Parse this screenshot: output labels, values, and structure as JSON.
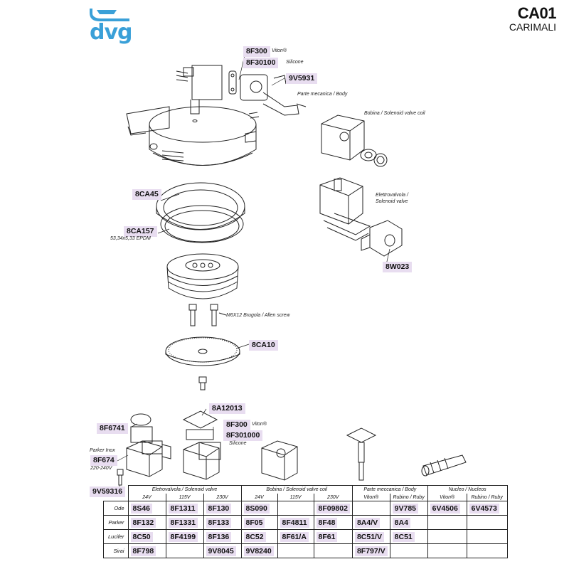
{
  "header": {
    "logo_text": "dvg",
    "code": "CA01",
    "brand": "CARIMALI"
  },
  "callouts": {
    "c_8F300": "8F300",
    "c_8F300_note": "Viton®",
    "c_8F30100": "8F30100",
    "c_8F30100_note": "Silicone",
    "c_9V5931": "9V5931",
    "c_body": "Parte mecanica / Body",
    "c_coil": "Bobina / Solenoid valve coil",
    "c_valve": "Elettrovalvola / Solenoid valve",
    "c_8CA45": "8CA45",
    "c_8CA157": "8CA157",
    "c_8CA157_note": "53,34x5,33 EPDM",
    "c_8W023": "8W023",
    "c_screw": "M6X12 Brugola / Allen screw",
    "c_8CA10": "8CA10",
    "c_8A12013": "8A12013",
    "c_8F6741": "8F6741",
    "c_8F300b": "8F300",
    "c_8F300b_note": "Viton®",
    "c_8F301000": "8F301000",
    "c_8F301000_note": "Silicone",
    "c_parker_inox": "Parker Inox",
    "c_8F674": "8F674",
    "c_8F674_note": "220-240V",
    "c_9V59316": "9V59316"
  },
  "table": {
    "groups": [
      "Eletrovalvola / Solenoid valve",
      "Bobina / Solenoid valve coil",
      "Parte meccanica / Body",
      "Nucleo / Nucleos"
    ],
    "sub": [
      "24V",
      "115V",
      "230V",
      "24V",
      "115V",
      "230V",
      "Viton®",
      "Rubino / Ruby",
      "Viton®",
      "Rubino / Ruby"
    ],
    "rows": [
      {
        "label": "Ode",
        "cells": [
          "8S46",
          "8F1311",
          "8F130",
          "8S090",
          "",
          "8F09802",
          "",
          "9V785",
          "6V4506",
          "6V4573"
        ]
      },
      {
        "label": "Parker",
        "cells": [
          "8F132",
          "8F1331",
          "8F133",
          "8F05",
          "8F4811",
          "8F48",
          "8A4/V",
          "8A4",
          "",
          ""
        ]
      },
      {
        "label": "Lucifer",
        "cells": [
          "8C50",
          "8F4199",
          "8F136",
          "8C52",
          "8F61/A",
          "8F61",
          "8C51/V",
          "8C51",
          "",
          ""
        ]
      },
      {
        "label": "Sirai",
        "cells": [
          "8F798",
          "",
          "9V8045",
          "9V8240",
          "",
          "",
          "8F797/V",
          "",
          "",
          ""
        ]
      }
    ]
  }
}
